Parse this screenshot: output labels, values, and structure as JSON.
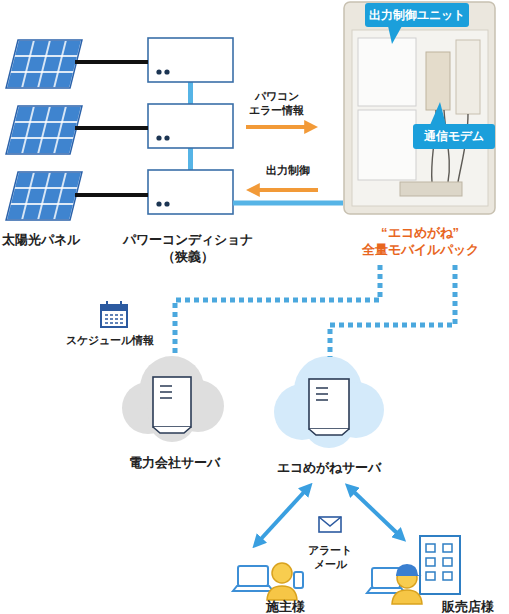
{
  "diagram": {
    "nodes": [
      {
        "text": [
          "太陽光パネル"
        ]
      },
      {
        "text": [
          "パワーコンディショナ（狭義）"
        ]
      },
      {
        "text": [
          "“エコめがね” 全量モバイルパック"
        ]
      },
      {
        "text": [
          "出力制御ユニット"
        ],
        "in": 2
      },
      {
        "text": [
          "通信モデム"
        ],
        "in": 2
      },
      {
        "text": [
          "電力会社サーバ"
        ]
      },
      {
        "text": [
          "エコめがねサーバ"
        ]
      },
      {
        "text": [
          "施主様"
        ]
      },
      {
        "text": [
          "販売店様"
        ]
      }
    ],
    "edges": [
      {
        "from": 0,
        "to": 1,
        "arrow": "none"
      },
      {
        "from": 1,
        "to": 2,
        "arrow": "none"
      },
      {
        "from": 1,
        "to": 2,
        "arrow": "to",
        "label": "パワコン エラー情報"
      },
      {
        "from": 2,
        "to": 1,
        "arrow": "to",
        "label": "出力制御"
      },
      {
        "from": 2,
        "to": 5,
        "arrow": "none",
        "label": "スケジュール情報"
      },
      {
        "from": 2,
        "to": 6,
        "arrow": "none"
      },
      {
        "from": 6,
        "to": 7,
        "arrow": "both"
      },
      {
        "from": 6,
        "to": 8,
        "arrow": "both"
      }
    ],
    "labels": [
      "アラート メール"
    ]
  }
}
